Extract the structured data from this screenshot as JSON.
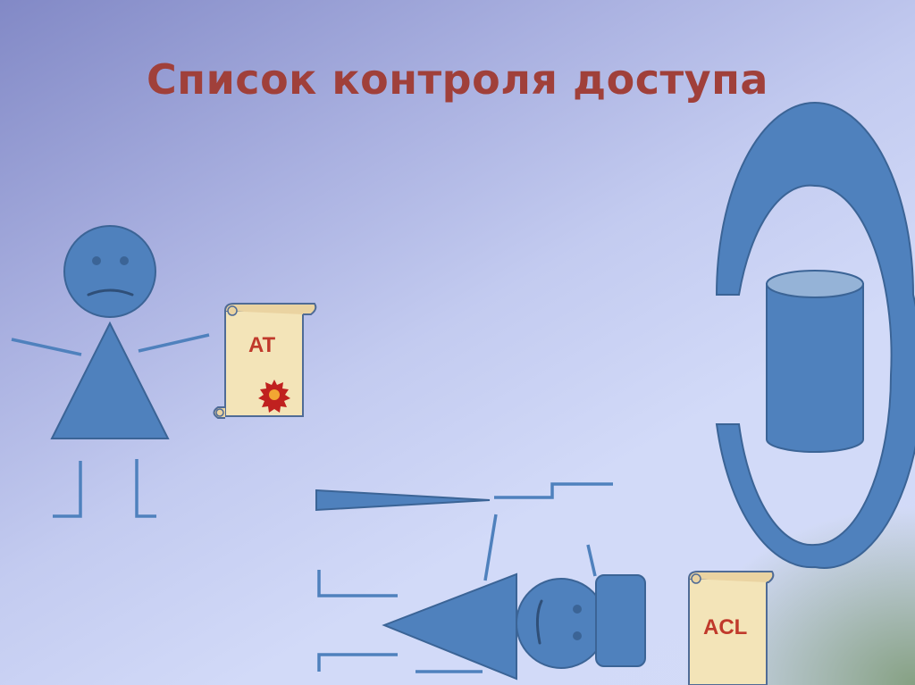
{
  "slide": {
    "title": "Список контроля доступа"
  },
  "colors": {
    "figure_fill": "#4f81bd",
    "figure_stroke": "#3b6496",
    "cylinder_top": "#95b3d7",
    "scroll_fill": "#f3e4b8",
    "scroll_stroke": "#4f6b96",
    "label_red": "#c0392b",
    "seal_red": "#c0211f",
    "seal_center": "#f2a633",
    "title_color": "#a0403a"
  },
  "scrolls": {
    "access_token_label": "AT",
    "acl_label": "ACL"
  },
  "icons": {
    "user": "person-icon",
    "token": "scroll-icon",
    "seal": "wax-seal-icon",
    "object": "cylinder-icon",
    "guard": "ring-icon"
  }
}
